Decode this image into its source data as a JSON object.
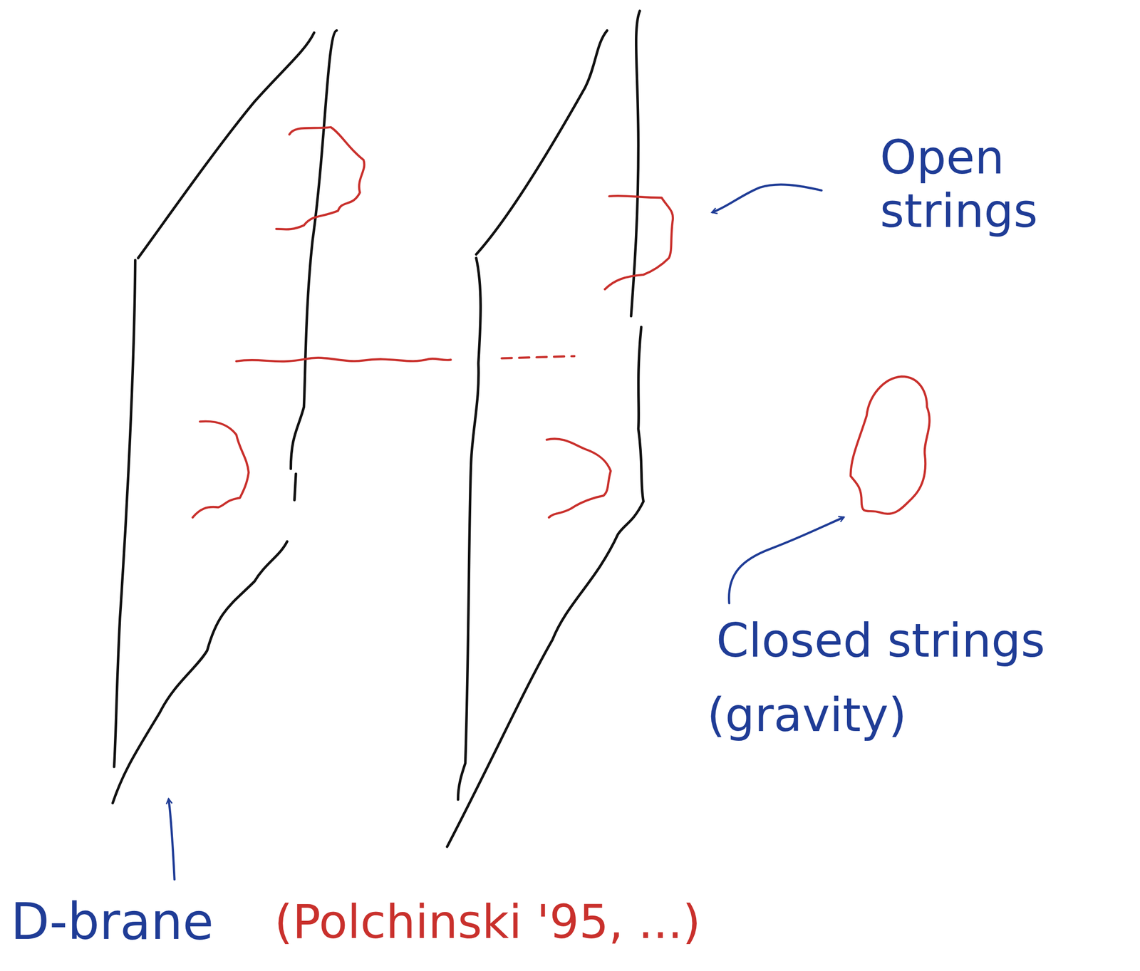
{
  "diagram": {
    "labels": [
      "Open strings",
      "Closed strings",
      "(gravity)",
      "D-brane",
      "(Polchinski '95, ...)"
    ]
  }
}
